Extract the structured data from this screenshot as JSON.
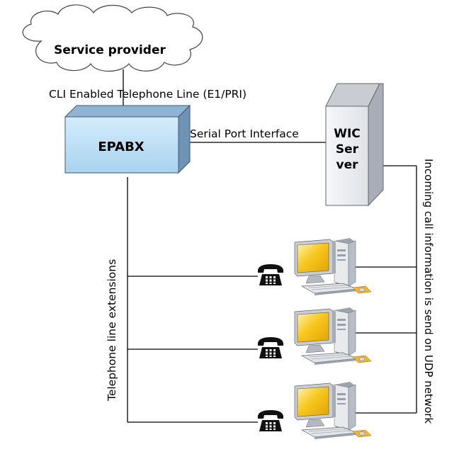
{
  "cloud": {
    "label": "Service provider"
  },
  "links": {
    "trunk_label": "CLI Enabled Telephone Line (E1/PRI)",
    "serial_label": "Serial Port Interface",
    "extensions_label": "Telephone line extensions",
    "udp_label": "Incoming call information is send on UDP network"
  },
  "pbx": {
    "label": "EPABX"
  },
  "server": {
    "label_lines": [
      "WIC",
      "Ser",
      "ver"
    ]
  },
  "workstations": [
    {
      "phone_icon": "telephone-icon",
      "computer_icon": "desktop-computer-icon"
    },
    {
      "phone_icon": "telephone-icon",
      "computer_icon": "desktop-computer-icon"
    },
    {
      "phone_icon": "telephone-icon",
      "computer_icon": "desktop-computer-icon"
    }
  ],
  "colors": {
    "pbx_front": "#bfe0f6",
    "pbx_top": "#8fb4d2",
    "pbx_side": "#6f93b2",
    "server_front": "#eceef2",
    "server_side": "#a9adb8",
    "screen": "#f4c21d",
    "cloud_fill": "#ffffff",
    "line": "#000000"
  }
}
